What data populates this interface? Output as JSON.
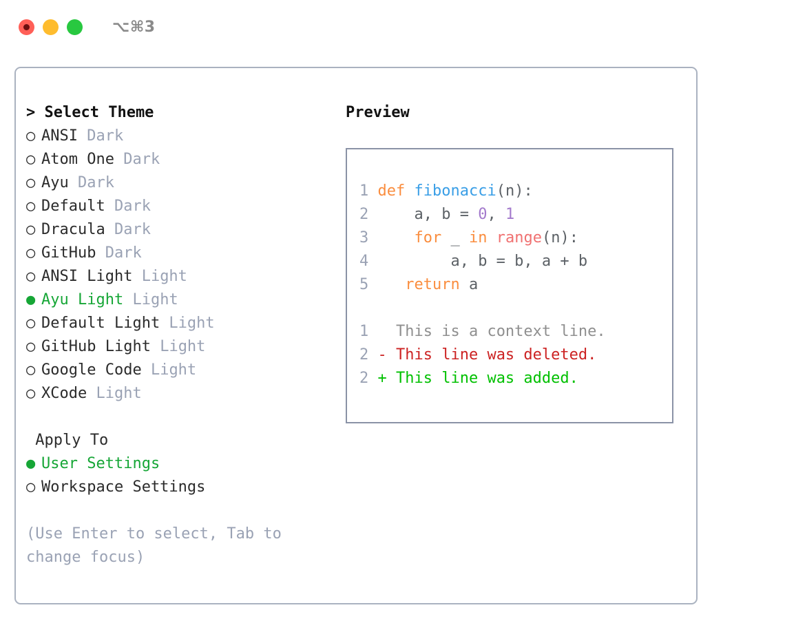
{
  "window": {
    "title": "⌥⌘3",
    "controls": [
      "close",
      "minimize",
      "maximize"
    ]
  },
  "theme_list": {
    "header": "> Select Theme",
    "marker_selected": "●",
    "marker_unselected": "○",
    "items": [
      {
        "name": "ANSI",
        "variant": "Dark",
        "selected": false
      },
      {
        "name": "Atom One",
        "variant": "Dark",
        "selected": false
      },
      {
        "name": "Ayu",
        "variant": "Dark",
        "selected": false
      },
      {
        "name": "Default",
        "variant": "Dark",
        "selected": false
      },
      {
        "name": "Dracula",
        "variant": "Dark",
        "selected": false
      },
      {
        "name": "GitHub",
        "variant": "Dark",
        "selected": false
      },
      {
        "name": "ANSI Light",
        "variant": "Light",
        "selected": false
      },
      {
        "name": "Ayu Light",
        "variant": "Light",
        "selected": true
      },
      {
        "name": "Default Light",
        "variant": "Light",
        "selected": false
      },
      {
        "name": "GitHub Light",
        "variant": "Light",
        "selected": false
      },
      {
        "name": "Google Code",
        "variant": "Light",
        "selected": false
      },
      {
        "name": "XCode",
        "variant": "Light",
        "selected": false
      }
    ]
  },
  "apply_to": {
    "header": "Apply To",
    "items": [
      {
        "name": "User Settings",
        "selected": true
      },
      {
        "name": "Workspace Settings",
        "selected": false
      }
    ]
  },
  "hint": "(Use Enter to select, Tab to change focus)",
  "preview": {
    "title": "Preview",
    "code_lines": [
      {
        "num": "1",
        "tokens": [
          {
            "t": "def",
            "c": "kw"
          },
          {
            "t": " ",
            "c": "plain"
          },
          {
            "t": "fibonacci",
            "c": "fn"
          },
          {
            "t": "(n):",
            "c": "plain"
          }
        ]
      },
      {
        "num": "2",
        "tokens": [
          {
            "t": "    a, b = ",
            "c": "plain"
          },
          {
            "t": "0",
            "c": "num"
          },
          {
            "t": ", ",
            "c": "plain"
          },
          {
            "t": "1",
            "c": "num"
          }
        ]
      },
      {
        "num": "3",
        "tokens": [
          {
            "t": "    ",
            "c": "plain"
          },
          {
            "t": "for",
            "c": "kw"
          },
          {
            "t": " _ ",
            "c": "plain"
          },
          {
            "t": "in",
            "c": "kw"
          },
          {
            "t": " ",
            "c": "plain"
          },
          {
            "t": "range",
            "c": "builtin"
          },
          {
            "t": "(n):",
            "c": "plain"
          }
        ]
      },
      {
        "num": "4",
        "tokens": [
          {
            "t": "        a, b = b, a + b",
            "c": "plain"
          }
        ]
      },
      {
        "num": "5",
        "tokens": [
          {
            "t": "   ",
            "c": "plain"
          },
          {
            "t": "return",
            "c": "kw"
          },
          {
            "t": " a",
            "c": "plain"
          }
        ]
      }
    ],
    "diff_lines": [
      {
        "num": "1",
        "sign": " ",
        "text": " This is a context line.",
        "kind": "ctx"
      },
      {
        "num": "2",
        "sign": "-",
        "text": " This line was deleted.",
        "kind": "del"
      },
      {
        "num": "2",
        "sign": "+",
        "text": " This line was added.",
        "kind": "add"
      }
    ]
  },
  "colors": {
    "accent_green": "#16a636",
    "muted": "#9aa2b4",
    "border": "#aab2c0",
    "preview_border": "#8a92a6",
    "kw_orange": "#fa8d3e",
    "fn_blue": "#399ee6",
    "num_purple": "#a37acc",
    "builtin_red": "#f07171",
    "diff_del": "#cc2222",
    "diff_add": "#00c000",
    "traffic_red": "#ff5f57",
    "traffic_yellow": "#febc2e",
    "traffic_green": "#28c840"
  }
}
